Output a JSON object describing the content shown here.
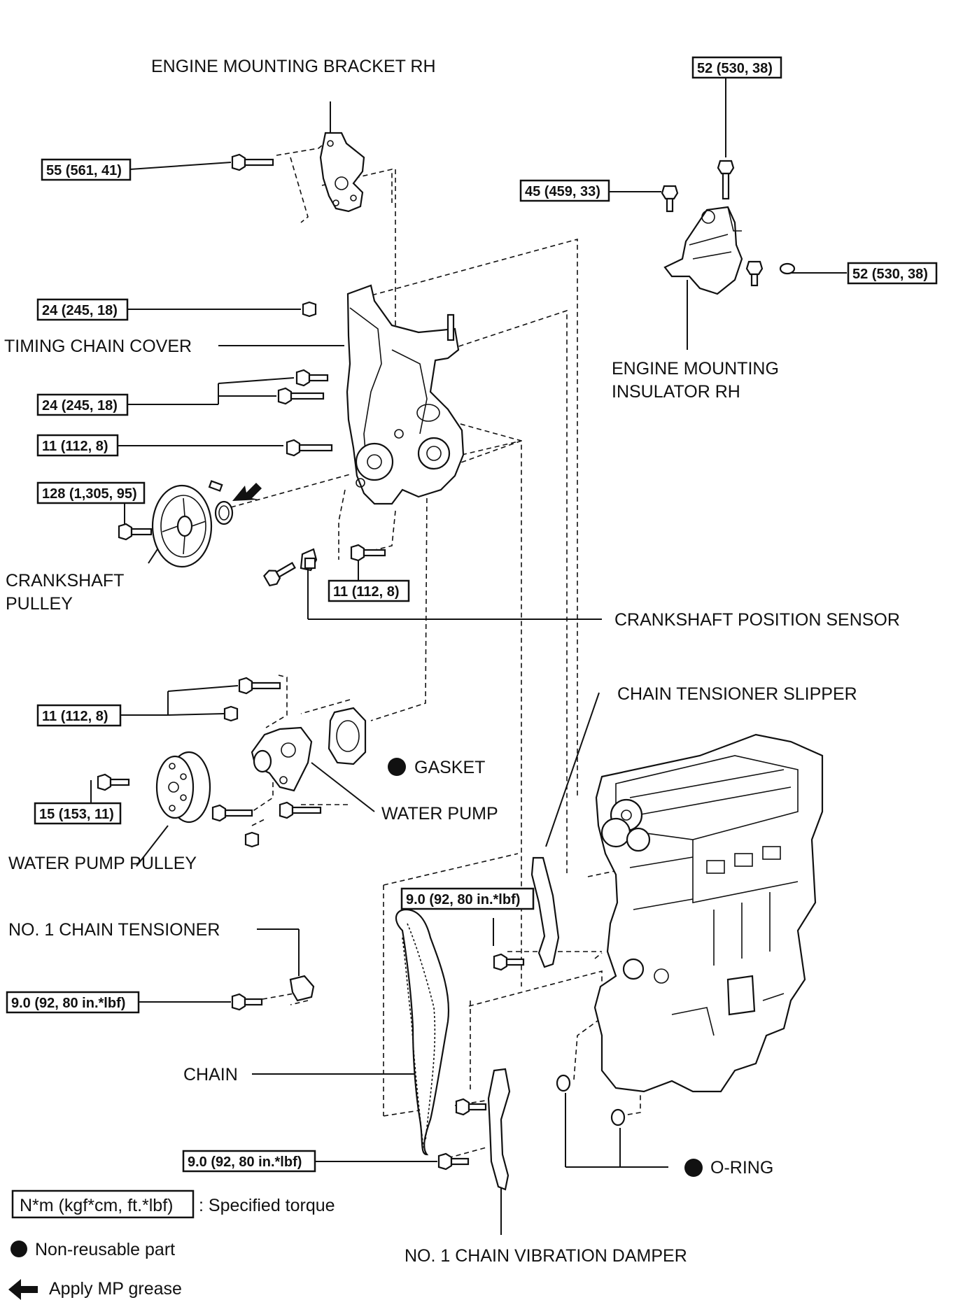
{
  "labels": {
    "bracket": "ENGINE MOUNTING BRACKET RH",
    "cover": "TIMING CHAIN COVER",
    "insulator_1": "ENGINE MOUNTING",
    "insulator_2": "INSULATOR RH",
    "pulley_1": "CRANKSHAFT",
    "pulley_2": "PULLEY",
    "sensor": "CRANKSHAFT POSITION SENSOR",
    "slipper": "CHAIN TENSIONER SLIPPER",
    "gasket": "GASKET",
    "water_pump": "WATER PUMP",
    "wp_pulley": "WATER PUMP PULLEY",
    "tensioner": "NO. 1 CHAIN TENSIONER",
    "chain": "CHAIN",
    "oring": "O-RING",
    "damper": "NO. 1 CHAIN VIBRATION DAMPER"
  },
  "torques": {
    "bracket_bolt": "55 (561, 41)",
    "ins_top": "52 (530, 38)",
    "ins_left": "45 (459, 33)",
    "ins_right": "52 (530, 38)",
    "cover_top": "24 (245, 18)",
    "cover_mid": "24 (245, 18)",
    "cover_small": "11 (112, 8)",
    "pulley_bolt": "128 (1,305, 95)",
    "cover_bottom": "11 (112, 8)",
    "wp_bolts": "11 (112, 8)",
    "wp_pulley": "15 (153, 11)",
    "slipper_bolt": "9.0 (92, 80 in.*lbf)",
    "tensioner_bolt": "9.0 (92, 80 in.*lbf)",
    "damper_bolt": "9.0 (92, 80 in.*lbf)"
  },
  "legend": {
    "unit_box": "N*m (kgf*cm, ft.*lbf)",
    "unit_text": ": Specified torque",
    "nonreusable": "Non-reusable part",
    "grease": "Apply MP grease"
  }
}
